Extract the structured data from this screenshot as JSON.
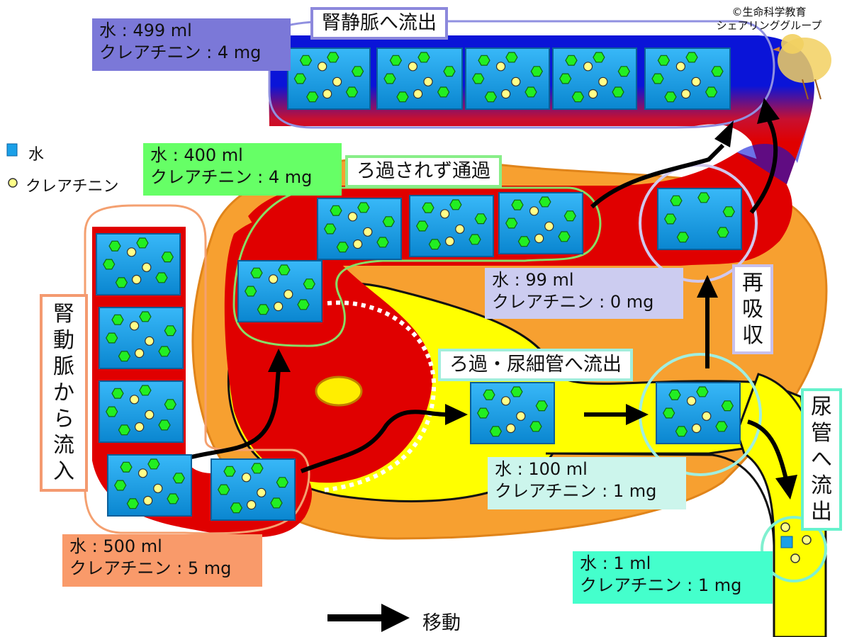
{
  "copyright": {
    "line1": "©生命科学教育",
    "line2": "シェアリンググループ"
  },
  "legend": {
    "water": "水",
    "creatinine": "クレアチニン"
  },
  "move_legend": "移動",
  "titles": {
    "renal_vein": "腎静脈へ流出",
    "not_filtered": "ろ過されず通過",
    "filtration": "ろ過・尿細管へ流出",
    "renal_artery": [
      "腎",
      "動",
      "脈",
      "か",
      "ら",
      "流",
      "入"
    ],
    "reabsorption": [
      "再",
      "吸",
      "収"
    ],
    "urine": [
      "尿",
      "管",
      "へ",
      "流",
      "出"
    ]
  },
  "boxes": {
    "vein": {
      "water": "水 : 499 ml",
      "creat": "クレアチニン : 4 mg"
    },
    "passed": {
      "water": "水 : 400 ml",
      "creat": "クレアチニン : 4 mg"
    },
    "reabs": {
      "water": "水 : 99 ml",
      "creat": "クレアチニン : 0 mg"
    },
    "filtered": {
      "water": "水 : 100 ml",
      "creat": "クレアチニン : 1 mg"
    },
    "artery": {
      "water": "水 : 500 ml",
      "creat": "クレアチニン : 5 mg"
    },
    "urine": {
      "water": "水 : 1 ml",
      "creat": "クレアチニン : 1 mg"
    }
  },
  "colors": {
    "blood_red": "#e00000",
    "vein_blue": "#0a14d8",
    "kidney_orange": "#f7a030",
    "tubule_yellow": "#ffff00",
    "water_blue": "#1aa0e8",
    "creatinine_yellow": "#ffff88",
    "green_hex": "#22ee22",
    "box_purple": "#7b78d8",
    "box_green": "#66ff66",
    "box_lavender": "#ccccf0",
    "box_mint": "#ccf5ec",
    "box_salmon": "#f99a6a",
    "box_aqua": "#44ffcc"
  }
}
